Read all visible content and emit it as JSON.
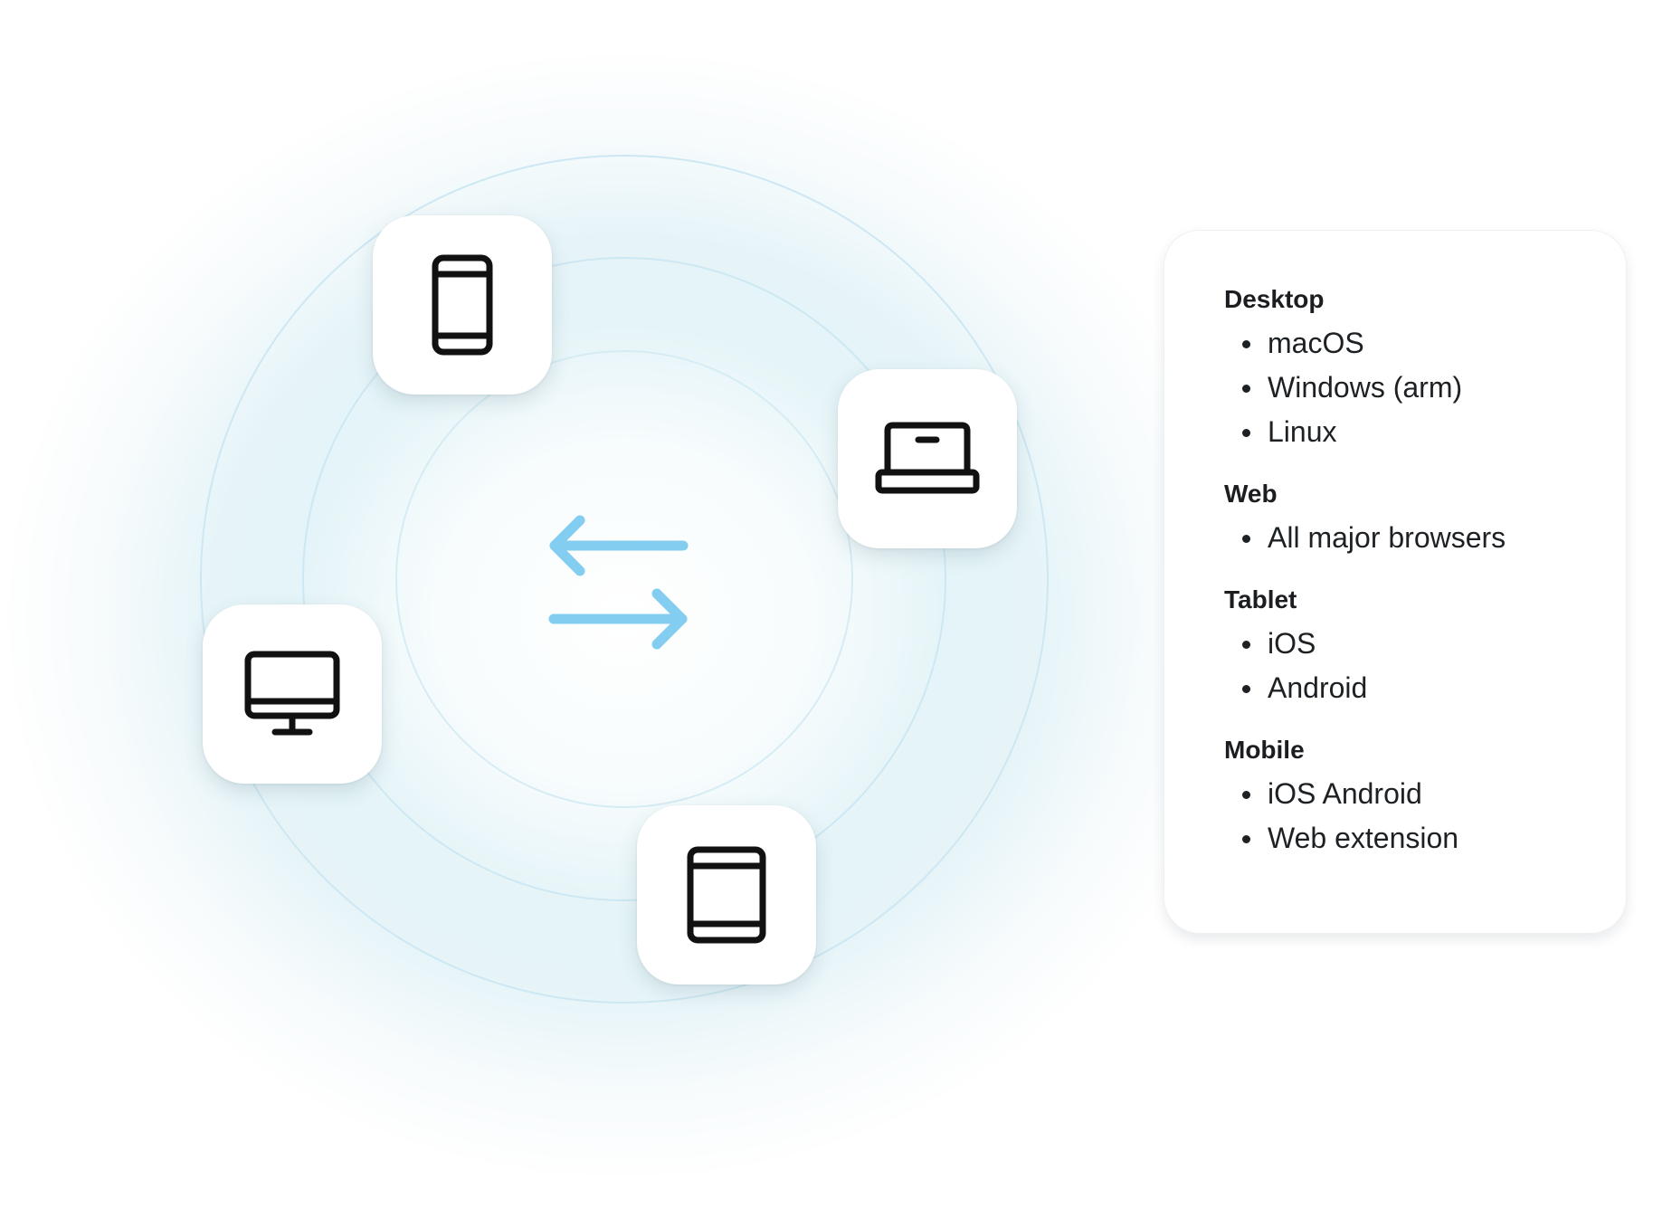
{
  "colors": {
    "ring": "#c9e6f2",
    "arrow": "#83cdf0",
    "icon": "#111111",
    "glow": "#dff1f6",
    "card_bg": "#ffffff"
  },
  "devices": [
    {
      "name": "mobile-phone",
      "icon": "smartphone-icon"
    },
    {
      "name": "laptop",
      "icon": "laptop-icon"
    },
    {
      "name": "desktop",
      "icon": "desktop-monitor-icon"
    },
    {
      "name": "tablet",
      "icon": "tablet-icon"
    }
  ],
  "sync_icon": "swap-arrows-icon",
  "platforms": {
    "desktop": {
      "title": "Desktop",
      "items": [
        "macOS",
        "Windows (arm)",
        "Linux"
      ]
    },
    "web": {
      "title": "Web",
      "items": [
        "All major browsers"
      ]
    },
    "tablet": {
      "title": "Tablet",
      "items": [
        "iOS",
        "Android"
      ]
    },
    "mobile": {
      "title": "Mobile",
      "items": [
        "iOS Android",
        "Web extension"
      ]
    }
  }
}
